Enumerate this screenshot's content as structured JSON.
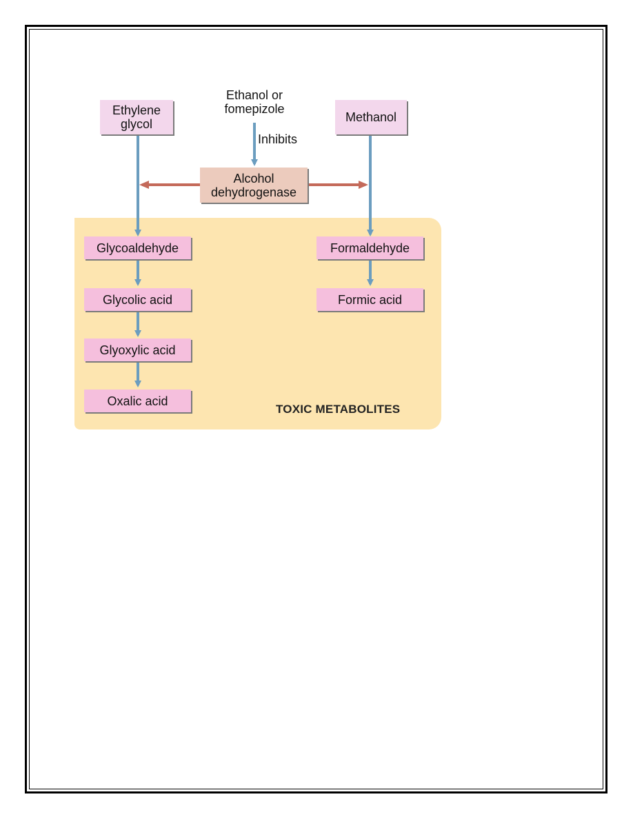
{
  "diagram": {
    "top_label": {
      "line1": "Ethanol or",
      "line2": "fomepizole"
    },
    "inhibits_label": "Inhibits",
    "enzyme": {
      "line1": "Alcohol",
      "line2": "dehydrogenase"
    },
    "left_pathway": {
      "substrate_line1": "Ethylene",
      "substrate_line2": "glycol",
      "metabolites": [
        "Glycoaldehyde",
        "Glycolic acid",
        "Glyoxylic acid",
        "Oxalic acid"
      ]
    },
    "right_pathway": {
      "substrate": "Methanol",
      "metabolites": [
        "Formaldehyde",
        "Formic acid"
      ]
    },
    "region_label": "TOXIC METABOLITES",
    "colors": {
      "flow_arrow": "#6b9dbf",
      "enzyme_arrow": "#c46a5a",
      "toxic_region": "#fde5b0",
      "metabolite_box": "#f5bfdd",
      "substrate_box": "#f3d7ec",
      "enzyme_box": "#eccbbd"
    }
  }
}
